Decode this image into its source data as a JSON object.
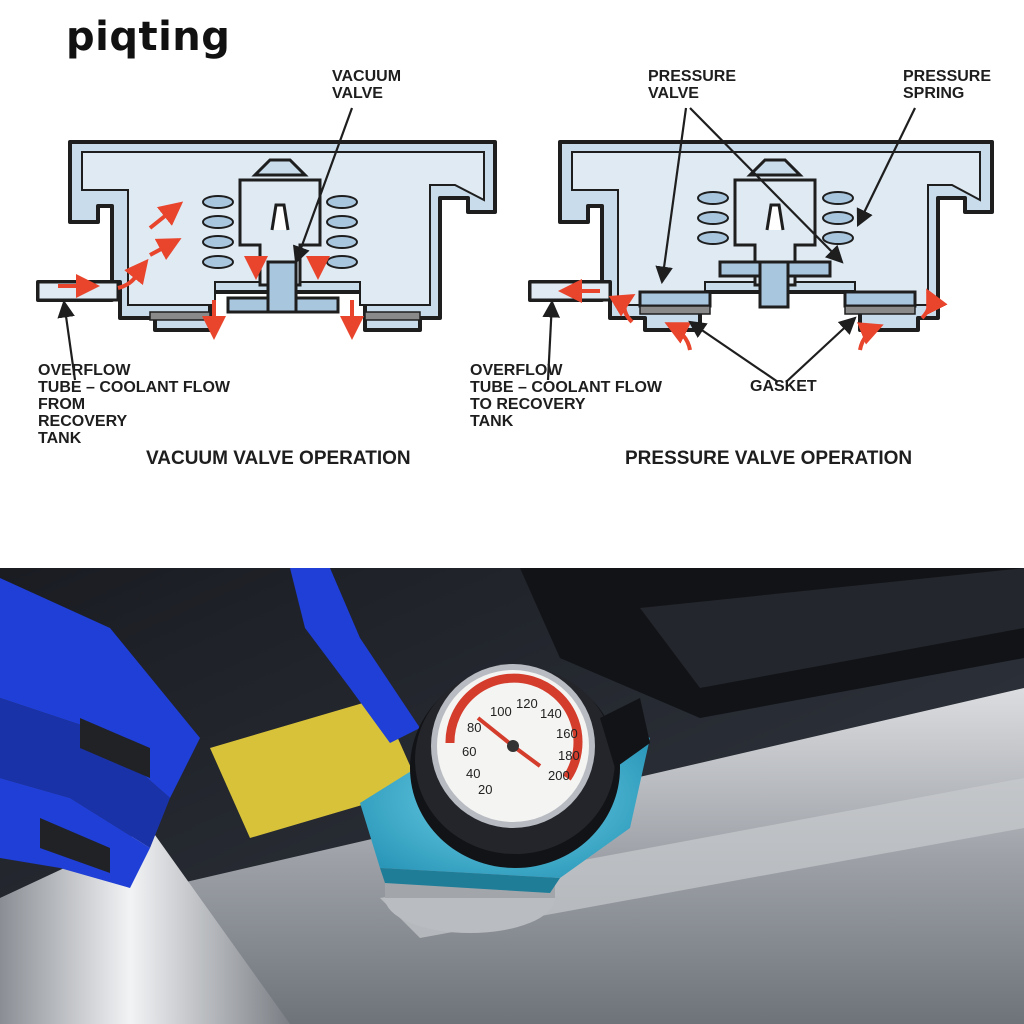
{
  "brand": "piqting",
  "left_diagram": {
    "callout_vacuum_valve": "VACUUM\nVALVE",
    "callout_overflow": "OVERFLOW\nTUBE – COOLANT FLOW\nFROM\nRECOVERY\nTANK",
    "caption": "VACUUM VALVE OPERATION"
  },
  "right_diagram": {
    "callout_pressure_valve": "PRESSURE\nVALVE",
    "callout_pressure_spring": "PRESSURE\nSPRING",
    "callout_overflow": "OVERFLOW\nTUBE – COOLANT FLOW\nTO RECOVERY\nTANK",
    "callout_gasket": "GASKET",
    "caption": "PRESSURE VALVE OPERATION"
  },
  "gauge": {
    "scale_labels": [
      "80",
      "100",
      "120",
      "140",
      "160",
      "180",
      "200",
      "60",
      "40",
      "20"
    ]
  },
  "colors": {
    "cap_fill": "#c8dceb",
    "flow_arrow": "#e8452c",
    "hose_blue": "#1f3fd6",
    "cap_teal": "#3fb8d6"
  }
}
